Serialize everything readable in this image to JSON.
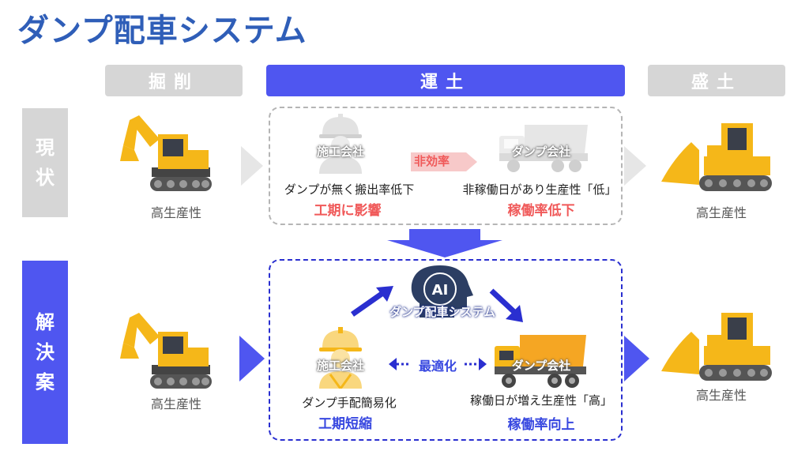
{
  "title": "ダンプ配車システム",
  "phases": {
    "excavation": "掘削",
    "transport": "運土",
    "embankment": "盛土"
  },
  "rows": {
    "current_label": [
      "現",
      "状"
    ],
    "solution_label": [
      "解",
      "決",
      "案"
    ]
  },
  "high_productivity": "高生産性",
  "current": {
    "contractor_icon_text": "施工会社",
    "dump_company_icon_text": "ダンプ会社",
    "inefficiency_badge": "非効率",
    "contractor_desc": "ダンプが無く搬出率低下",
    "contractor_effect": "工期に影響",
    "dump_desc": "非稼働日があり生産性「低」",
    "dump_effect": "稼働率低下"
  },
  "solution": {
    "system_icon_text": "ダンプ配車システム",
    "ai_label": "AI",
    "contractor_icon_text": "施工会社",
    "dump_company_icon_text": "ダンプ会社",
    "optimize_label": "最適化",
    "contractor_desc": "ダンプ手配簡易化",
    "contractor_effect": "工期短縮",
    "dump_desc": "稼働日が増え生産性「高」",
    "dump_effect": "稼働率向上"
  },
  "colors": {
    "title": "#2f5eb8",
    "accent_blue": "#4f56f0",
    "gray": "#d6d6d6",
    "red": "#f05a5a",
    "machine_yellow": "#f5b719"
  },
  "icons": [
    "excavator-icon",
    "bulldozer-icon",
    "worker-helmet-icon",
    "dump-truck-icon",
    "ai-head-icon"
  ]
}
